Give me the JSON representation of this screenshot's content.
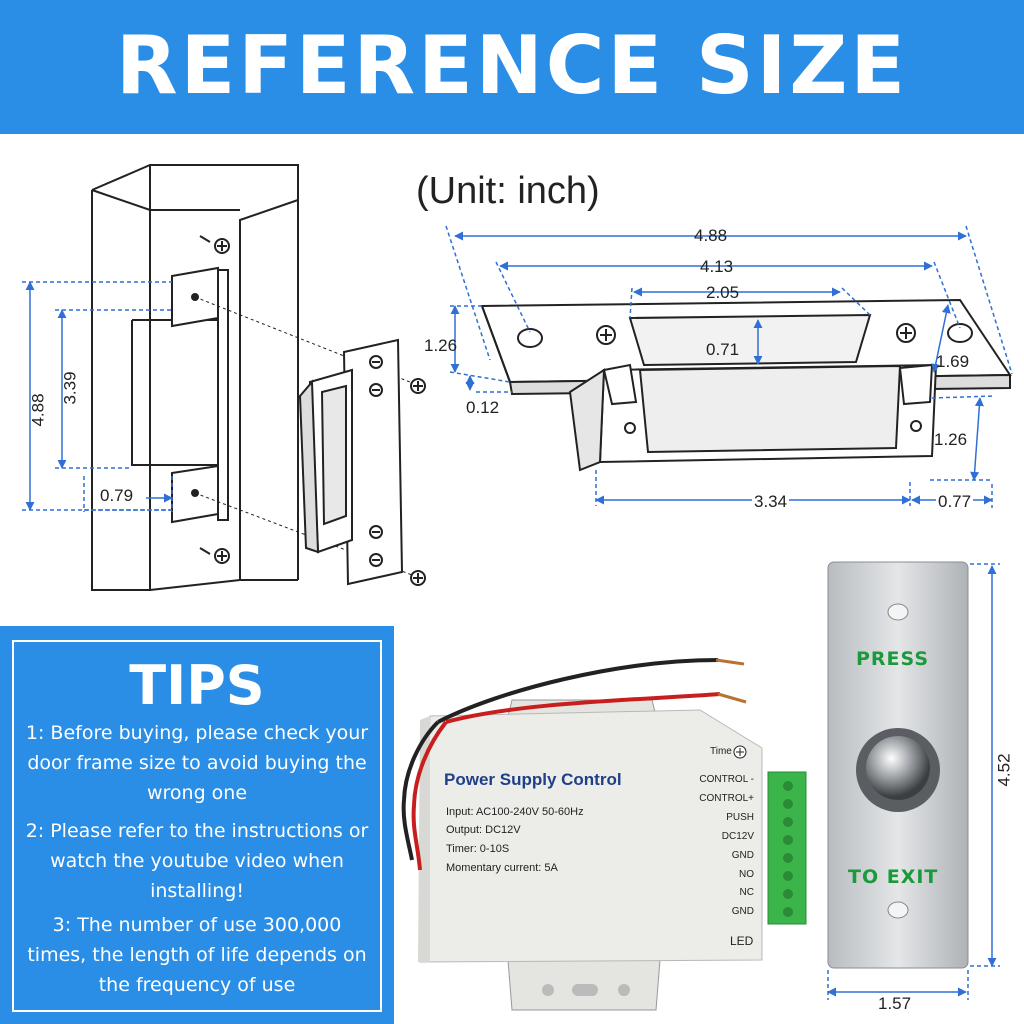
{
  "banner": {
    "title": "REFERENCE SIZE"
  },
  "unit_label": "(Unit: inch)",
  "door_frame": {
    "dims": {
      "height_total": "4.88",
      "height_inner": "3.39",
      "width": "0.79"
    }
  },
  "strike": {
    "dims": {
      "overall_length": "4.88",
      "hole_spacing": "4.13",
      "opening_length": "2.05",
      "faceplate_height": "1.26",
      "opening_width": "0.71",
      "side_depth": "1.69",
      "plate_thickness": "0.12",
      "body_height": "1.26",
      "body_length": "3.34",
      "body_depth": "0.77"
    }
  },
  "tips": {
    "title": "TIPS",
    "items": [
      "1: Before buying, please check your door frame size to avoid buying the wrong one",
      "2: Please refer to the instructions or watch the youtube video when installing!",
      "3: The number of use 300,000 times, the length of life depends on the frequency of use"
    ]
  },
  "power_supply": {
    "title": "Power Supply Control",
    "specs": [
      "Input: AC100-240V 50-60Hz",
      "Output: DC12V",
      "Timer: 0-10S",
      "Momentary  current: 5A"
    ],
    "timer_label": "Time",
    "terminals": [
      "CONTROL -",
      "CONTROL+",
      "PUSH",
      "DC12V",
      "GND",
      "NO",
      "NC",
      "GND"
    ],
    "led_label": "LED"
  },
  "exit_button": {
    "top_text": "PRESS",
    "bottom_text": "TO EXIT",
    "dims": {
      "height": "4.52",
      "width": "1.57"
    }
  },
  "colors": {
    "banner": "#2b8ee6",
    "dimension_line": "#2f6fd6",
    "button_text": "#1a9a3a",
    "terminal_block": "#3bb54a"
  }
}
